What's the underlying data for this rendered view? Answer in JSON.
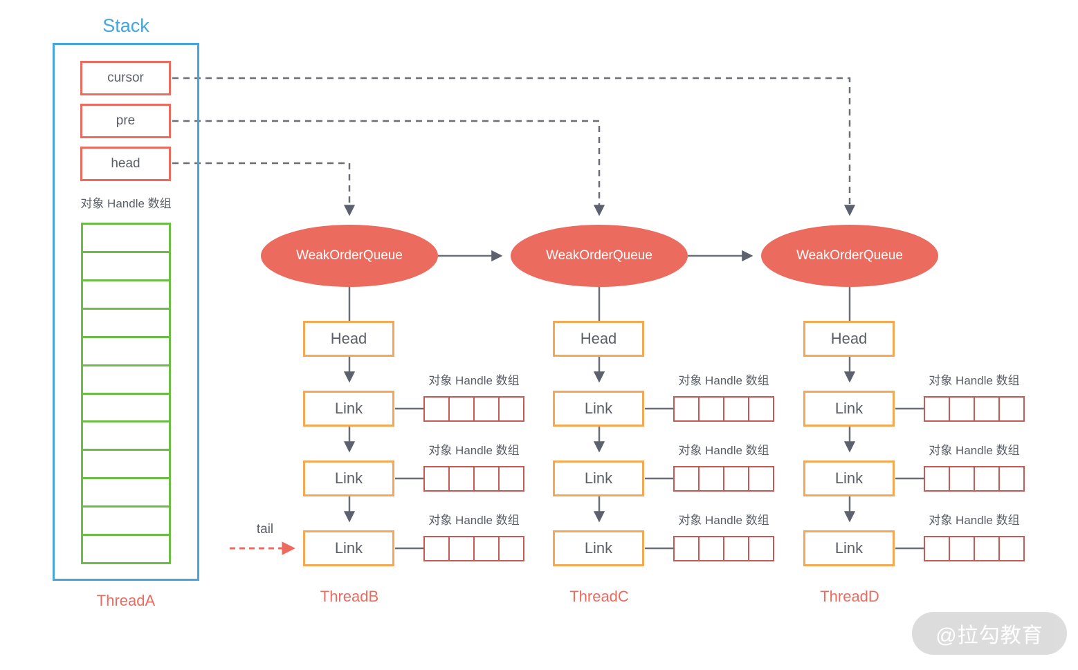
{
  "stack": {
    "title": "Stack",
    "pointers": [
      {
        "label": "cursor"
      },
      {
        "label": "pre"
      },
      {
        "label": "head"
      }
    ],
    "array_label": "对象 Handle 数组",
    "cell_count": 12,
    "thread_label": "ThreadA"
  },
  "tail_label": "tail",
  "threads": [
    {
      "queue_label": "WeakOrderQueue",
      "head_label": "Head",
      "link_labels": [
        "Link",
        "Link",
        "Link"
      ],
      "array_label": "对象 Handle 数组",
      "array_cells_per_link": 4,
      "thread_label": "ThreadB"
    },
    {
      "queue_label": "WeakOrderQueue",
      "head_label": "Head",
      "link_labels": [
        "Link",
        "Link",
        "Link"
      ],
      "array_label": "对象 Handle 数组",
      "array_cells_per_link": 4,
      "thread_label": "ThreadC"
    },
    {
      "queue_label": "WeakOrderQueue",
      "head_label": "Head",
      "link_labels": [
        "Link",
        "Link",
        "Link"
      ],
      "array_label": "对象 Handle 数组",
      "array_cells_per_link": 4,
      "thread_label": "ThreadD"
    }
  ],
  "watermark": "@拉勾教育",
  "colors": {
    "stack_blue": "#45A6DD",
    "pointer_red": "#EC6A5E",
    "queue_ellipse": "#EB6C5E",
    "node_orange": "#F5A851",
    "stack_green": "#6ABE45",
    "array_red": "#C55A55",
    "connector_gray": "#6A6E79",
    "text_gray": "#5B5F68"
  }
}
